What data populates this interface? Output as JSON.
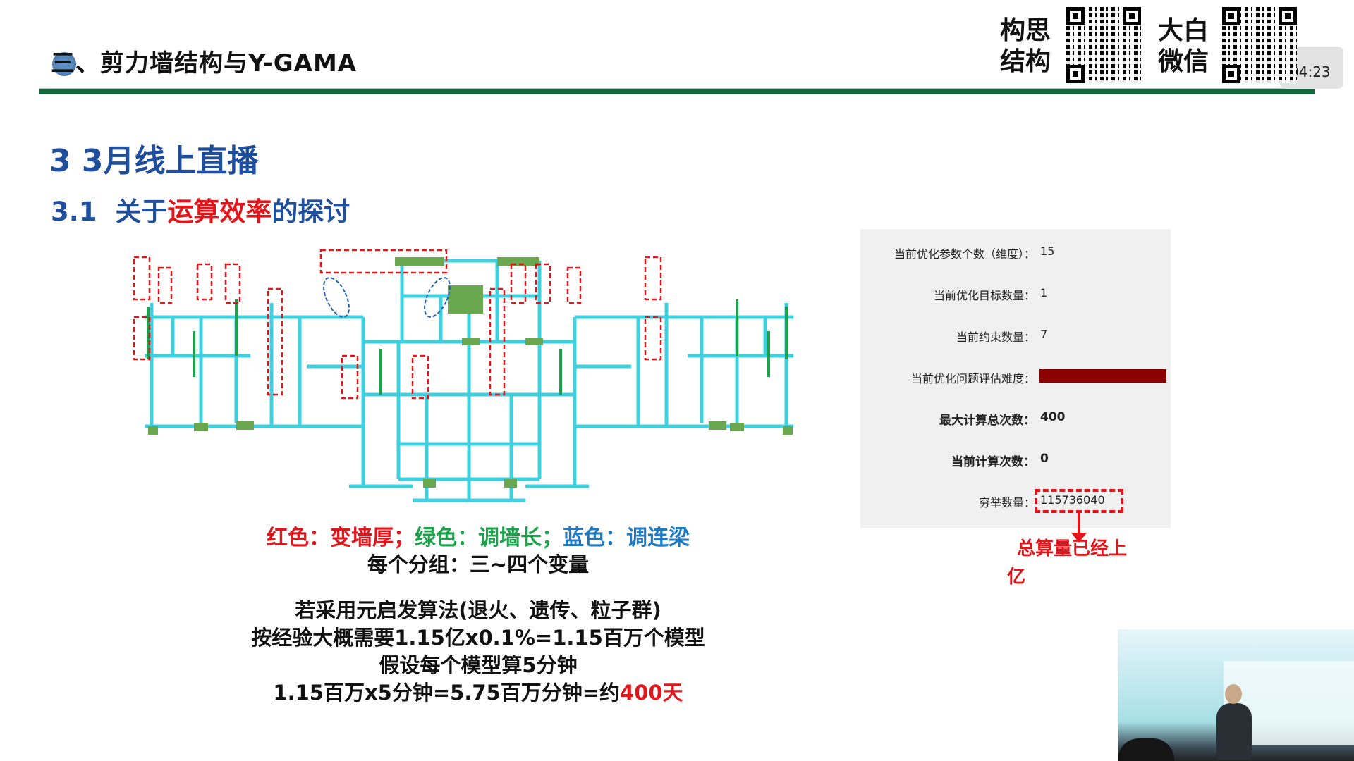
{
  "header": {
    "title": "三、剪力墙结构与Y-GAMA",
    "brand1": [
      "构思",
      "结构"
    ],
    "brand2": [
      "大白",
      "微信"
    ],
    "timer": "04:23"
  },
  "section": {
    "title": "3  3月线上直播",
    "sub_num": "3.1",
    "sub_pre": "关于",
    "sub_red": "运算效率",
    "sub_post": "的探讨"
  },
  "legend": {
    "red": "红色：变墙厚；",
    "green": "绿色：调墙长；",
    "blue": "蓝色：调连梁",
    "group": "每个分组：三~四个变量"
  },
  "notes": [
    "若采用元启发算法(退火、遗传、粒子群)",
    "按经验大概需要1.15亿x0.1%=1.15百万个模型",
    "假设每个模型算5分钟"
  ],
  "last_note": {
    "pre": "1.15百万x5分钟=5.75百万分钟=约",
    "red": "400天"
  },
  "panel": {
    "rows": [
      {
        "label": "当前优化参数个数（维度）：",
        "value": "15"
      },
      {
        "label": "当前优化目标数量：",
        "value": "1"
      },
      {
        "label": "当前约束数量：",
        "value": "7"
      },
      {
        "label": "当前优化问题评估难度：",
        "value": ""
      },
      {
        "label": "最大计算总次数：",
        "value": "400"
      },
      {
        "label": "当前计算次数：",
        "value": "0"
      },
      {
        "label": "穷举数量：",
        "value": "115736040"
      }
    ],
    "difficulty_color": "#8b0000"
  },
  "annotation": [
    "总算量已经上",
    "亿"
  ]
}
